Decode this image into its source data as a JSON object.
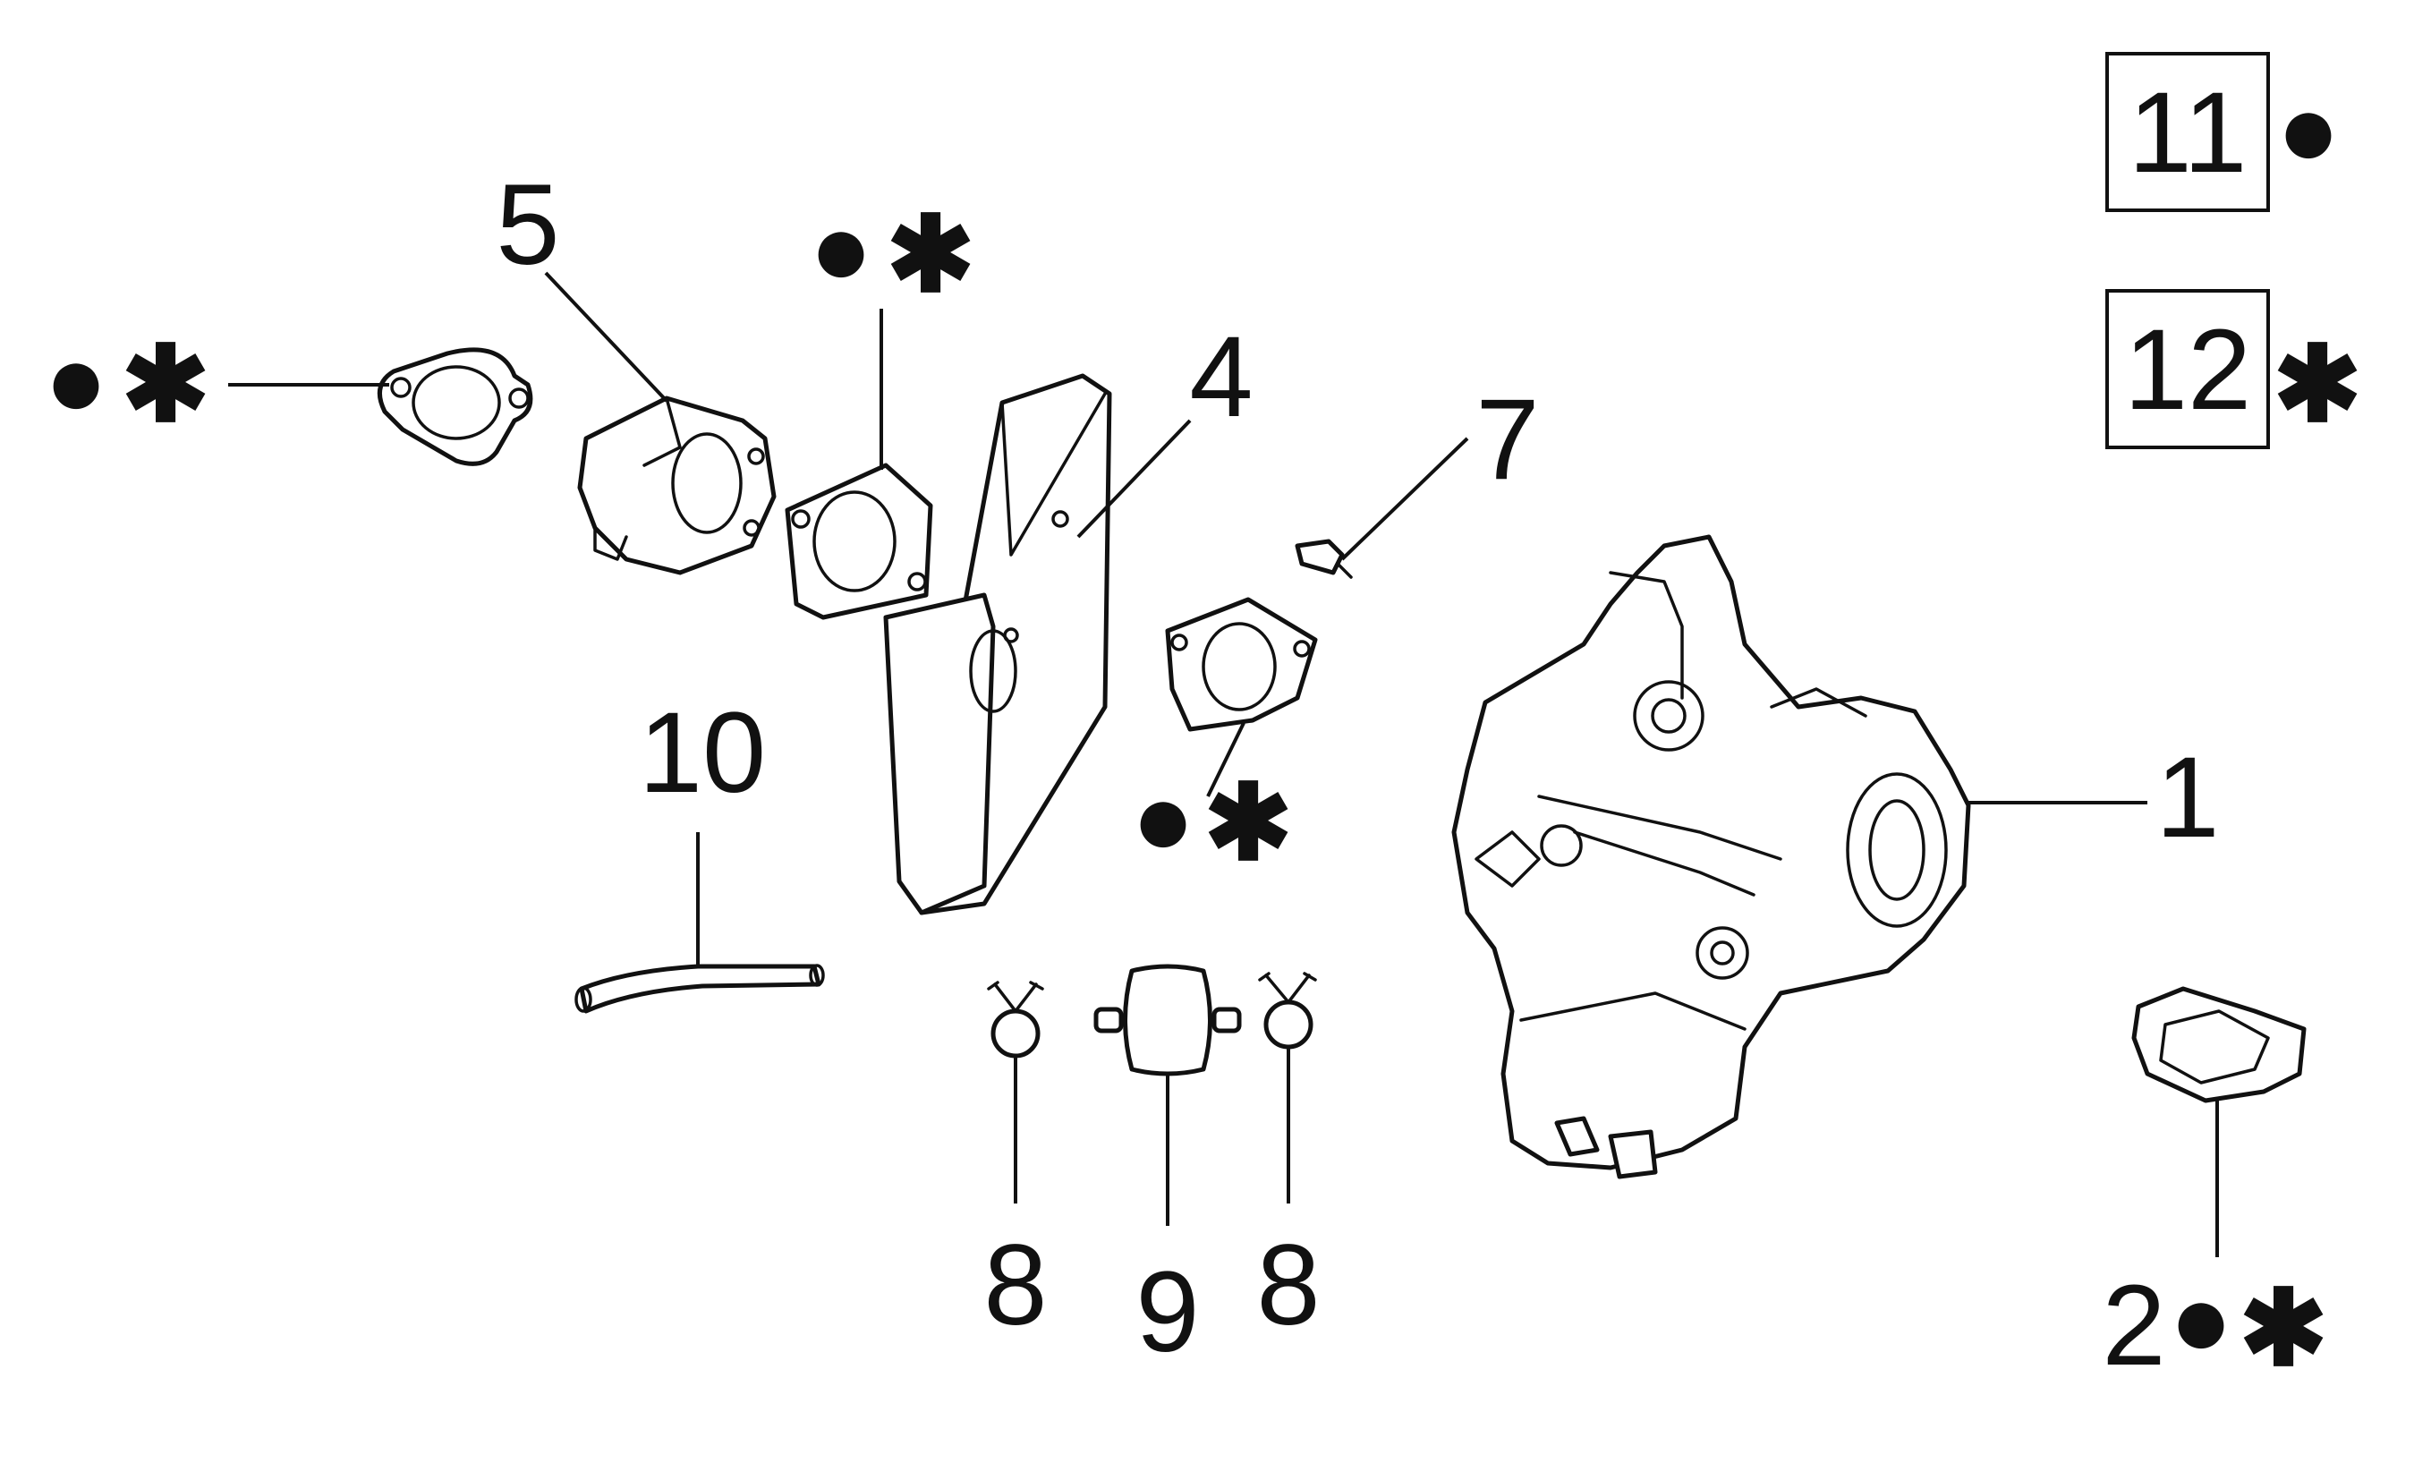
{
  "labels": {
    "part1": "1",
    "part2": "2",
    "part4": "4",
    "part5": "5",
    "part7": "7",
    "part8a": "8",
    "part8b": "8",
    "part9": "9",
    "part10": "10"
  },
  "symbols": {
    "dot": "●",
    "star": "✱"
  },
  "legend": [
    {
      "number": "11",
      "symbol": "●",
      "meaning": "dot"
    },
    {
      "number": "12",
      "symbol": "✱",
      "meaning": "star"
    }
  ],
  "icons": {
    "carburetor": "carburetor-icon",
    "gasket": "gasket-icon",
    "insulator": "insulator-icon",
    "heat-shield": "heat-shield-plate-icon",
    "screw": "screw-icon",
    "clamp": "hose-clamp-icon",
    "filter": "fuel-filter-icon",
    "hose": "fuel-hose-icon"
  }
}
